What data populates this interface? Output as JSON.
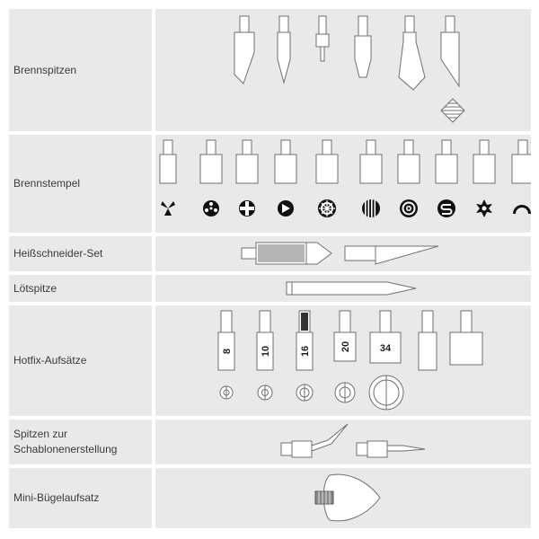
{
  "rows": [
    {
      "label": "Brennspitzen"
    },
    {
      "label": "Brennstempel"
    },
    {
      "label": "Heißschneider-Set"
    },
    {
      "label": "Lötspitze"
    },
    {
      "label": "Hotfix-Aufsätze"
    },
    {
      "label_line1": "Spitzen zur",
      "label_line2": "Schablonenerstellung"
    },
    {
      "label": "Mini-Bügelaufsatz"
    }
  ],
  "hotfix_sizes": [
    "8",
    "10",
    "16",
    "20",
    "34"
  ],
  "colors": {
    "row_bg": "#e9e9ea",
    "line": "#707070",
    "text": "#3a3a3a"
  }
}
